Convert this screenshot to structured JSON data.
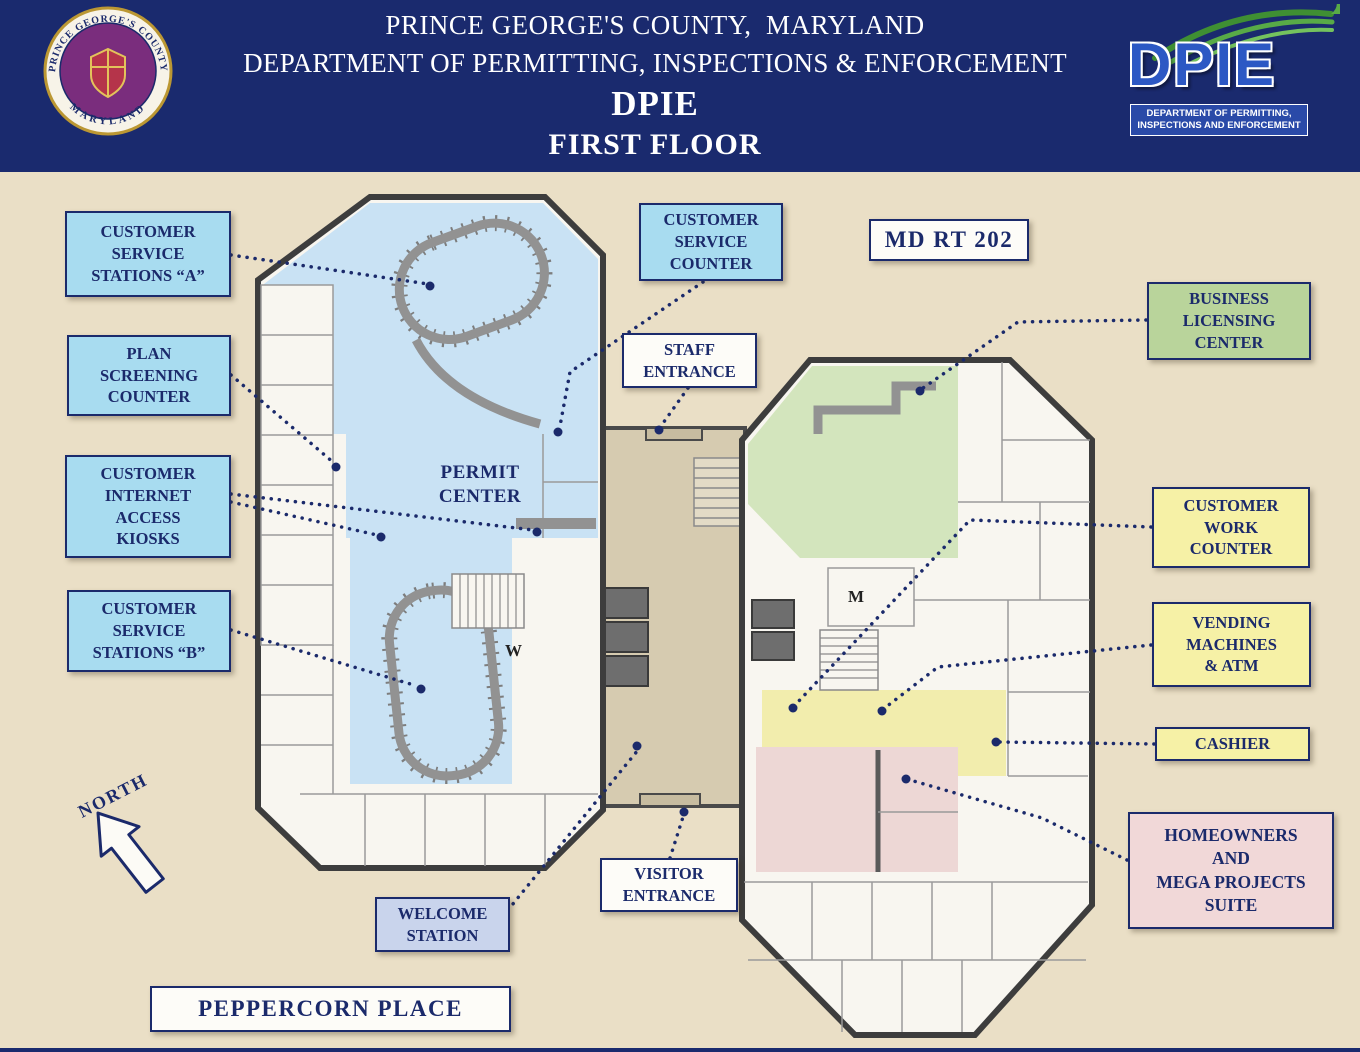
{
  "header": {
    "line1": "PRINCE GEORGE'S COUNTY,  MARYLAND",
    "line2": "DEPARTMENT OF PERMITTING, INSPECTIONS & ENFORCEMENT",
    "line3": "DPIE",
    "line4": "FIRST FLOOR"
  },
  "county_seal": {
    "arc_top": "PRINCE GEORGE'S COUNTY",
    "arc_bottom": "MARYLAND"
  },
  "dpie_logo": {
    "acronym": "DPIE",
    "subtext_line1": "DEPARTMENT OF PERMITTING,",
    "subtext_line2": "INSPECTIONS AND ENFORCEMENT"
  },
  "floor_plan": {
    "permit_center_line1": "PERMIT",
    "permit_center_line2": "CENTER",
    "restroom_w": "W",
    "restroom_m": "M",
    "north": "NORTH",
    "road_label": "MD RT 202",
    "building_label": "PEPPERCORN PLACE"
  },
  "callouts": {
    "customer_service_stations_a": "CUSTOMER\nSERVICE\nSTATIONS “A”",
    "customer_service_counter": "CUSTOMER\nSERVICE\nCOUNTER",
    "business_licensing_center": "BUSINESS\nLICENSING\nCENTER",
    "plan_screening_counter": "PLAN\nSCREENING\nCOUNTER",
    "staff_entrance": "STAFF\nENTRANCE",
    "customer_internet_access_kiosks": "CUSTOMER\nINTERNET\nACCESS\nKIOSKS",
    "customer_work_counter": "CUSTOMER\nWORK\nCOUNTER",
    "customer_service_stations_b": "CUSTOMER\nSERVICE\nSTATIONS “B”",
    "vending_machines_atm": "VENDING\nMACHINES\n& ATM",
    "cashier": "CASHIER",
    "homeowners_mega_projects": "HOMEOWNERS\nAND\nMEGA PROJECTS\nSUITE",
    "visitor_entrance": "VISITOR\nENTRANCE",
    "welcome_station": "WELCOME\nSTATION"
  },
  "colors": {
    "header_bg": "#1a2a6e",
    "navy": "#1b2a6b",
    "map_bg": "#eadfc6",
    "callout_blue": "#a8dcf0",
    "callout_green": "#b9d49b",
    "callout_yellow": "#f6f1a6",
    "callout_pink": "#f1d8d8",
    "callout_lavender": "#c9d4ec",
    "floor_blue": "#c9e2f4",
    "floor_green": "#d3e5bd",
    "floor_yellow": "#f2edad",
    "floor_pink": "#edd7d5"
  }
}
